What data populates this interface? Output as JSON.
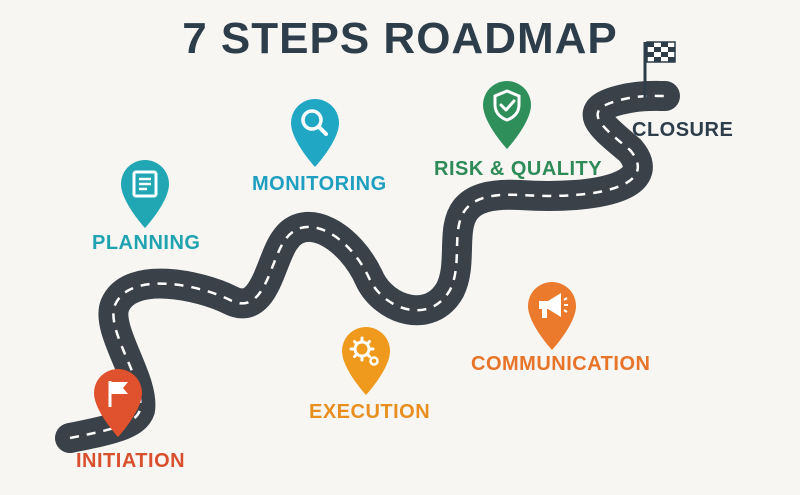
{
  "title": "7 STEPS ROADMAP",
  "steps": [
    {
      "id": "initiation",
      "label": "INITIATION",
      "color": "#e0512d",
      "icon": "flag-icon"
    },
    {
      "id": "planning",
      "label": "PLANNING",
      "color": "#21a6b3",
      "icon": "document-icon"
    },
    {
      "id": "monitoring",
      "label": "MONITORING",
      "color": "#1fa7c4",
      "icon": "magnifier-icon"
    },
    {
      "id": "risk_quality",
      "label": "RISK & QUALITY",
      "color": "#2f8f5b",
      "icon": "shield-check-icon"
    },
    {
      "id": "closure",
      "label": "CLOSURE",
      "color": "#2d3d4a",
      "icon": "checkered-flag-icon"
    },
    {
      "id": "execution",
      "label": "EXECUTION",
      "color": "#f09a1d",
      "icon": "gears-icon"
    },
    {
      "id": "communication",
      "label": "COMMUNICATION",
      "color": "#ec7a2c",
      "icon": "megaphone-icon"
    }
  ],
  "colors": {
    "road": "#3a4149",
    "road_dash": "#ffffff",
    "title": "#2d3d4a",
    "background": "#f7f6f3"
  }
}
